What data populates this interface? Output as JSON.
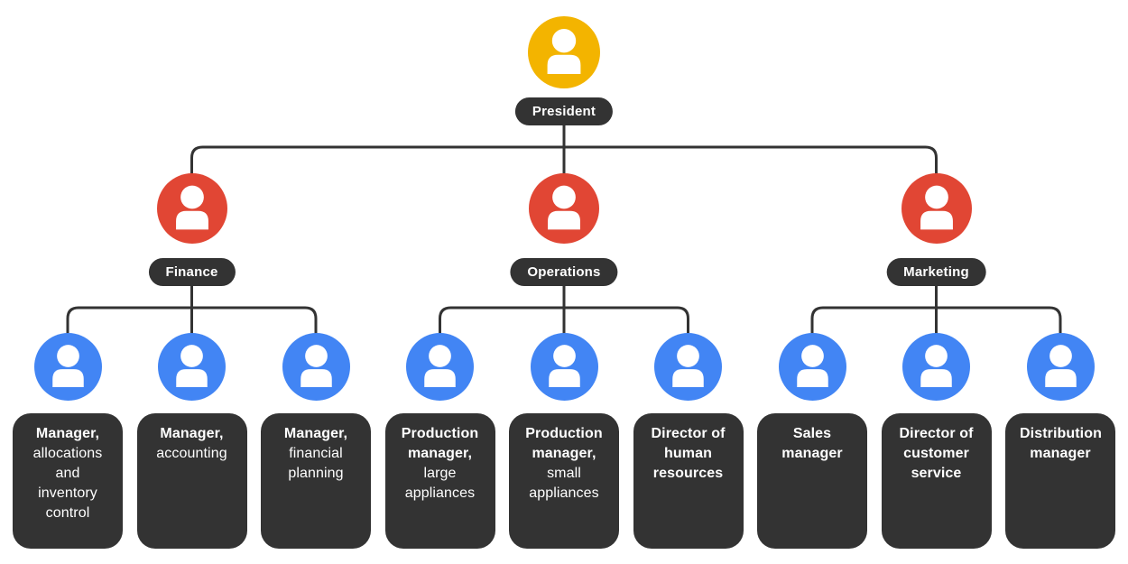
{
  "colors": {
    "background": "#ffffff",
    "dark": "#333333",
    "line": "#333333",
    "root": "#F3B400",
    "division": "#E14634",
    "member": "#4285F4",
    "text": "#ffffff"
  },
  "icons": {
    "person": "person-icon (white head-and-shoulders silhouette in colored circle)"
  },
  "chart_data": {
    "type": "org-chart",
    "root": {
      "label": "President"
    },
    "divisions": [
      {
        "label": "Finance",
        "children": [
          {
            "title_bold": "Manager,",
            "title_rest": "allocations and inventory control"
          },
          {
            "title_bold": "Manager,",
            "title_rest": "accounting"
          },
          {
            "title_bold": "Manager,",
            "title_rest": "financial planning"
          }
        ]
      },
      {
        "label": "Operations",
        "children": [
          {
            "title_bold": "Production manager,",
            "title_rest": "large appliances"
          },
          {
            "title_bold": "Production manager,",
            "title_rest": "small appliances"
          },
          {
            "title_bold": "Director of human resources",
            "title_rest": ""
          }
        ]
      },
      {
        "label": "Marketing",
        "children": [
          {
            "title_bold": "Sales manager",
            "title_rest": ""
          },
          {
            "title_bold": "Director of customer service",
            "title_rest": ""
          },
          {
            "title_bold": "Distribution manager",
            "title_rest": ""
          }
        ]
      }
    ]
  }
}
